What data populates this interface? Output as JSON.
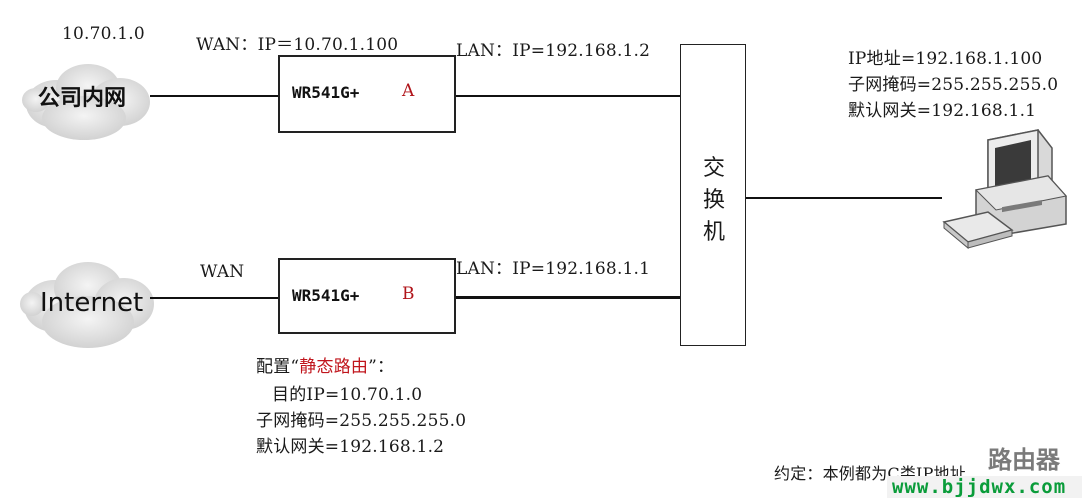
{
  "network_top": "10.70.1.0",
  "cloud_company": "公司内网",
  "cloud_internet": "Internet",
  "router_a": {
    "wan_label": "WAN：IP＝10.70.1.100",
    "lan_label": "LAN：IP=192.168.1.2",
    "model": "WR541G+",
    "tag": "A"
  },
  "router_b": {
    "wan_label": "WAN",
    "lan_label": "LAN：IP=192.168.1.1",
    "model": "WR541G+",
    "tag": "B"
  },
  "switch_label": "交换机",
  "pc_config": [
    "IP地址=192.168.1.100",
    "子网掩码=255.255.255.0",
    "默认网关=192.168.1.1"
  ],
  "static_route": {
    "title_prefix": "配置“",
    "title_highlight": "静态路由",
    "title_suffix": "”：",
    "lines": [
      "目的IP=10.70.1.0",
      "子网掩码=255.255.255.0",
      "默认网关=192.168.1.2"
    ]
  },
  "convention": "约定：本例都为C类IP地址",
  "watermark": {
    "logo": "路由器",
    "url": "www.bjjdwx.com"
  },
  "colors": {
    "accent_red": "#c0151c",
    "watermark_green": "#0a9c3a"
  }
}
